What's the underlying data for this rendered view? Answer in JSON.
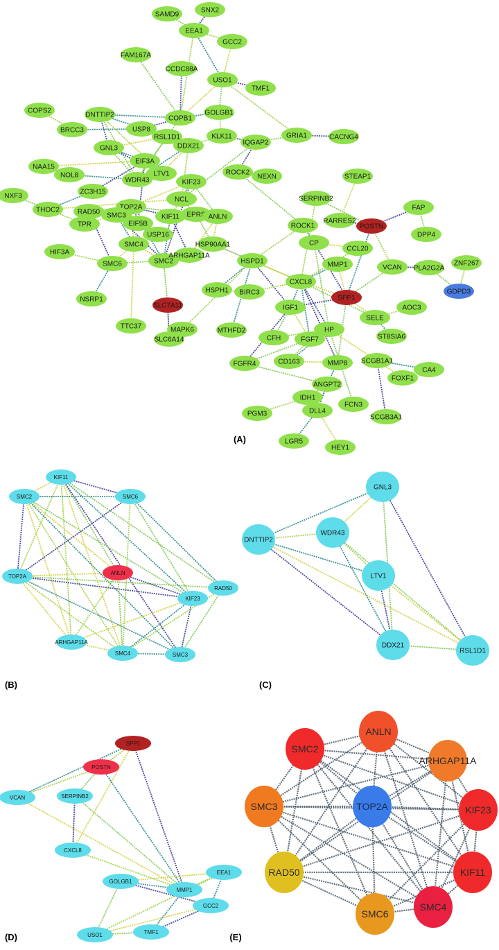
{
  "panels": [
    {
      "label": "(A)",
      "node_fill": "#8FE04A",
      "nodes": [
        {
          "id": "SNX2"
        },
        {
          "id": "SAMD9"
        },
        {
          "id": "EEA1"
        },
        {
          "id": "GCC2"
        },
        {
          "id": "FAM167A"
        },
        {
          "id": "CCDC88A"
        },
        {
          "id": "USO1"
        },
        {
          "id": "TMF1"
        },
        {
          "id": "COPS2"
        },
        {
          "id": "DNTTIP2"
        },
        {
          "id": "COPB1"
        },
        {
          "id": "GOLGB1"
        },
        {
          "id": "BRCC3"
        },
        {
          "id": "USP8"
        },
        {
          "id": "RSL1D1"
        },
        {
          "id": "DDX21"
        },
        {
          "id": "KLK11"
        },
        {
          "id": "IQGAP2"
        },
        {
          "id": "GRIA1"
        },
        {
          "id": "CACNG4"
        },
        {
          "id": "GNL3"
        },
        {
          "id": "EIF3A"
        },
        {
          "id": "NAA15"
        },
        {
          "id": "LTV1"
        },
        {
          "id": "NOL8"
        },
        {
          "id": "WDR43"
        },
        {
          "id": "KIF23"
        },
        {
          "id": "ROCK2"
        },
        {
          "id": "NEXN"
        },
        {
          "id": "STEAP1"
        },
        {
          "id": "NXF3"
        },
        {
          "id": "ZC3H15"
        },
        {
          "id": "NCL"
        },
        {
          "id": "SERPINB2"
        },
        {
          "id": "THOC2"
        },
        {
          "id": "RAD50"
        },
        {
          "id": "TOP2A"
        },
        {
          "id": "EPRS"
        },
        {
          "id": "SMC3"
        },
        {
          "id": "KIF11"
        },
        {
          "id": "ANLN"
        },
        {
          "id": "EIF5B"
        },
        {
          "id": "RARRES2"
        },
        {
          "id": "FAP"
        },
        {
          "id": "POSTN",
          "fill": "#B22222"
        },
        {
          "id": "TPR"
        },
        {
          "id": "USP16"
        },
        {
          "id": "ROCK1"
        },
        {
          "id": "DPP4"
        },
        {
          "id": "SMC4"
        },
        {
          "id": "HSP90AA1"
        },
        {
          "id": "CP"
        },
        {
          "id": "HIF3A"
        },
        {
          "id": "SMC6"
        },
        {
          "id": "SMC2"
        },
        {
          "id": "ARHGAP11A"
        },
        {
          "id": "HSPD1"
        },
        {
          "id": "CCL20"
        },
        {
          "id": "MMP1"
        },
        {
          "id": "VCAN"
        },
        {
          "id": "PLA2G2A"
        },
        {
          "id": "ZNF267"
        },
        {
          "id": "HSPH1"
        },
        {
          "id": "BIRC3"
        },
        {
          "id": "CXCL8"
        },
        {
          "id": "SPP1",
          "fill": "#B22222"
        },
        {
          "id": "GDPD3",
          "fill": "#4A7BE0"
        },
        {
          "id": "NSRP1"
        },
        {
          "id": "SLC7A11",
          "fill": "#B22222"
        },
        {
          "id": "IGF1"
        },
        {
          "id": "AOC3"
        },
        {
          "id": "SELE"
        },
        {
          "id": "TTC37"
        },
        {
          "id": "HP"
        },
        {
          "id": "MAPK6"
        },
        {
          "id": "MTHFD2"
        },
        {
          "id": "CFH"
        },
        {
          "id": "FGF7"
        },
        {
          "id": "ST8SIA6"
        },
        {
          "id": "SLC6A14"
        },
        {
          "id": "CD163"
        },
        {
          "id": "MMP8"
        },
        {
          "id": "SCGB1A1"
        },
        {
          "id": "CA4"
        },
        {
          "id": "FGFR4"
        },
        {
          "id": "ANGPT2"
        },
        {
          "id": "FOXF1"
        },
        {
          "id": "IDH1"
        },
        {
          "id": "FCN3"
        },
        {
          "id": "SCGB3A1"
        },
        {
          "id": "PGM3"
        },
        {
          "id": "DLL4"
        },
        {
          "id": "LGR5"
        },
        {
          "id": "HEY1"
        }
      ]
    },
    {
      "label": "(B)",
      "node_fill": "#5EDCEA",
      "nodes": [
        {
          "id": "KIF11"
        },
        {
          "id": "SMC2"
        },
        {
          "id": "SMC6"
        },
        {
          "id": "ANLN",
          "fill": "#F0304A"
        },
        {
          "id": "TOP2A"
        },
        {
          "id": "RAD50"
        },
        {
          "id": "KIF23"
        },
        {
          "id": "ARHGAP11A"
        },
        {
          "id": "SMC4"
        },
        {
          "id": "SMC3"
        }
      ]
    },
    {
      "label": "(C)",
      "node_fill": "#5EDCEA",
      "nodes": [
        {
          "id": "GNL3"
        },
        {
          "id": "DNTTIP2"
        },
        {
          "id": "WDR43"
        },
        {
          "id": "LTV1"
        },
        {
          "id": "DDX21"
        },
        {
          "id": "RSL1D1"
        }
      ]
    },
    {
      "label": "(D)",
      "node_fill": "#5EDCEA",
      "nodes": [
        {
          "id": "SPP1",
          "fill": "#B22222"
        },
        {
          "id": "POSTN",
          "fill": "#F0304A"
        },
        {
          "id": "VCAN"
        },
        {
          "id": "SERPINB2"
        },
        {
          "id": "CXCL8"
        },
        {
          "id": "GOLGB1"
        },
        {
          "id": "EEA1"
        },
        {
          "id": "MMP1"
        },
        {
          "id": "GCC2"
        },
        {
          "id": "USO1"
        },
        {
          "id": "TMF1"
        }
      ]
    },
    {
      "label": "(E)",
      "node_fill": "#F03030",
      "nodes": [
        {
          "id": "SMC2",
          "fill": "#F02A2A"
        },
        {
          "id": "ANLN",
          "fill": "#F0502A"
        },
        {
          "id": "ARHGAP11A",
          "fill": "#F07A2A"
        },
        {
          "id": "SMC3",
          "fill": "#F07A20"
        },
        {
          "id": "TOP2A",
          "fill": "#3A7BEA"
        },
        {
          "id": "KIF23",
          "fill": "#F02A2A"
        },
        {
          "id": "KIF11",
          "fill": "#F02A2A"
        },
        {
          "id": "RAD50",
          "fill": "#E0C020"
        },
        {
          "id": "SMC6",
          "fill": "#E8981E"
        },
        {
          "id": "SMC4",
          "fill": "#EA2040"
        }
      ]
    }
  ],
  "edge_colors": [
    "#3B3B9A",
    "#2A8A8A",
    "#7EC850",
    "#D0D040",
    "#A0D040"
  ]
}
